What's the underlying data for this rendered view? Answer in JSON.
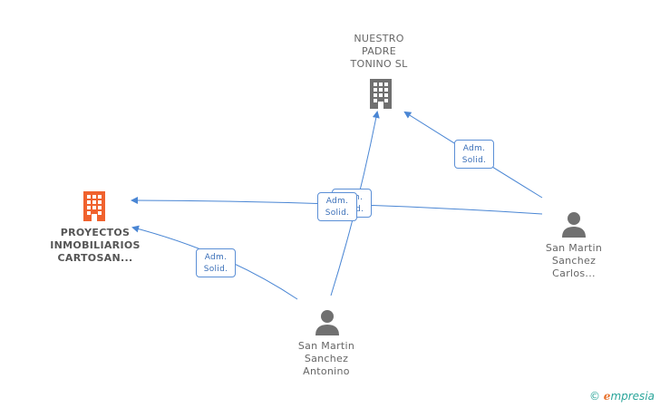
{
  "nodes": {
    "nuestro_padre": {
      "lines": [
        "NUESTRO",
        "PADRE",
        "TONINO SL"
      ],
      "icon": "building-icon",
      "color": "#707070"
    },
    "proyectos": {
      "lines": [
        "PROYECTOS",
        "INMOBILIARIOS",
        "CARTOSAN..."
      ],
      "icon": "building-icon",
      "color": "#f0622e"
    },
    "carlos": {
      "lines": [
        "San Martin",
        "Sanchez",
        "Carlos..."
      ],
      "icon": "person-icon",
      "color": "#707070"
    },
    "antonino": {
      "lines": [
        "San Martin",
        "Sanchez",
        "Antonino"
      ],
      "icon": "person-icon",
      "color": "#707070"
    }
  },
  "edges": [
    {
      "from": "carlos",
      "to": "nuestro_padre",
      "badge": [
        "Adm.",
        "Solid."
      ]
    },
    {
      "from": "carlos",
      "to": "proyectos",
      "badge": [
        "Adm.",
        "Solid."
      ]
    },
    {
      "from": "antonino",
      "to": "nuestro_padre",
      "badge": [
        "Adm.",
        "Solid."
      ]
    },
    {
      "from": "antonino",
      "to": "proyectos",
      "badge": [
        "Adm.",
        "Solid."
      ]
    }
  ],
  "edge_color": "#4a86d4",
  "footer": {
    "copyright": "©",
    "brand_initial": "e",
    "brand_rest": "mpresia"
  }
}
